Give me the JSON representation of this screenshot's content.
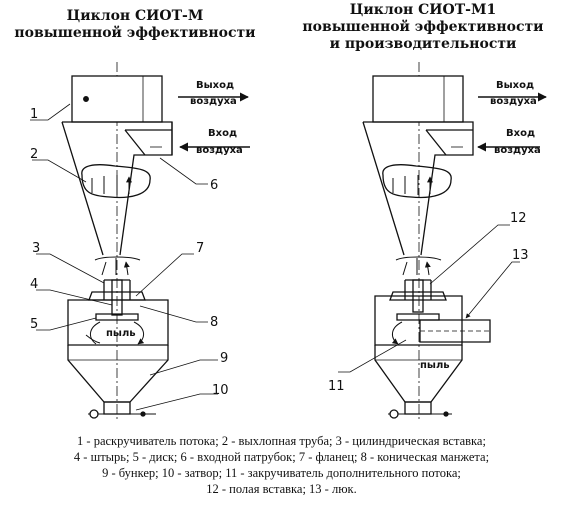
{
  "titles": {
    "left": [
      "Циклон СИОТ-М",
      "повышенной эффективности"
    ],
    "right": [
      "Циклон СИОТ-М1",
      "повышенной эффективности",
      "и производительности"
    ]
  },
  "diagram_labels": {
    "air_out": [
      "Выход",
      "воздуха"
    ],
    "air_in": [
      "Вход",
      "воздуха"
    ],
    "dust": "пыль",
    "left_numbers": [
      "1",
      "2",
      "3",
      "4",
      "5",
      "6",
      "7",
      "8",
      "9",
      "10"
    ],
    "right_numbers": [
      "12",
      "13",
      "11"
    ]
  },
  "legend": [
    "1 - раскручиватель потока; 2 - выхлопная труба; 3 - цилиндрическая вставка;",
    "4 - штырь; 5 - диск; 6 - входной патрубок; 7 - фланец; 8 - коническая манжета;",
    "9 - бункер; 10 - затвор; 11 - закручиватель дополнительного потока;",
    "12 - полая вставка; 13 - люк."
  ],
  "colors": {
    "line": "#111111",
    "background": "#ffffff"
  }
}
